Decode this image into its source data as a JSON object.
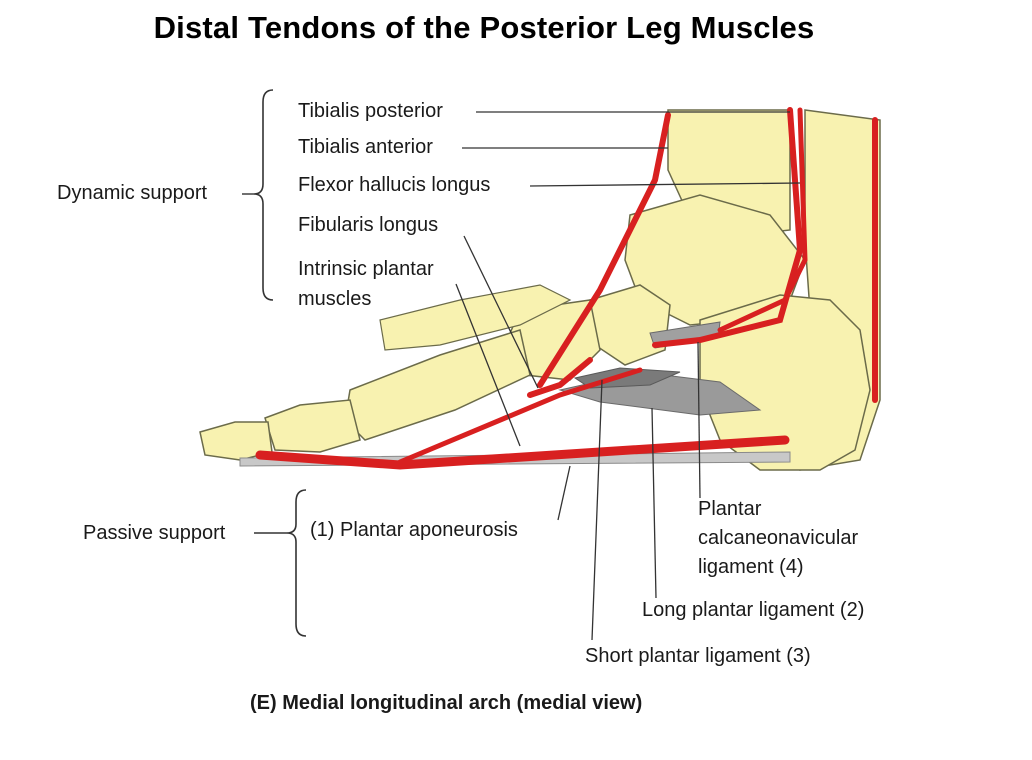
{
  "title": "Distal Tendons of the Posterior Leg Muscles",
  "caption": "(E) Medial longitudinal arch (medial view)",
  "groups": {
    "dynamic": "Dynamic support",
    "passive": "Passive support"
  },
  "labels": {
    "tibialis_posterior": "Tibialis posterior",
    "tibialis_anterior": "Tibialis anterior",
    "flexor_hallucis_longus": "Flexor hallucis longus",
    "fibularis_longus": "Fibularis longus",
    "intrinsic_plantar_1": "Intrinsic plantar",
    "intrinsic_plantar_2": "muscles",
    "plantar_aponeurosis": "(1) Plantar aponeurosis",
    "calcaneonavicular_1": "Plantar",
    "calcaneonavicular_2": "calcaneonavicular",
    "calcaneonavicular_3": "ligament (4)",
    "long_plantar": "Long plantar ligament (2)",
    "short_plantar": "Short plantar ligament (3)"
  },
  "colors": {
    "bone": "#f8f2b0",
    "bone_outline": "#6b6b4a",
    "tendon": "#d82020",
    "ligament": "#8a8a8a"
  }
}
